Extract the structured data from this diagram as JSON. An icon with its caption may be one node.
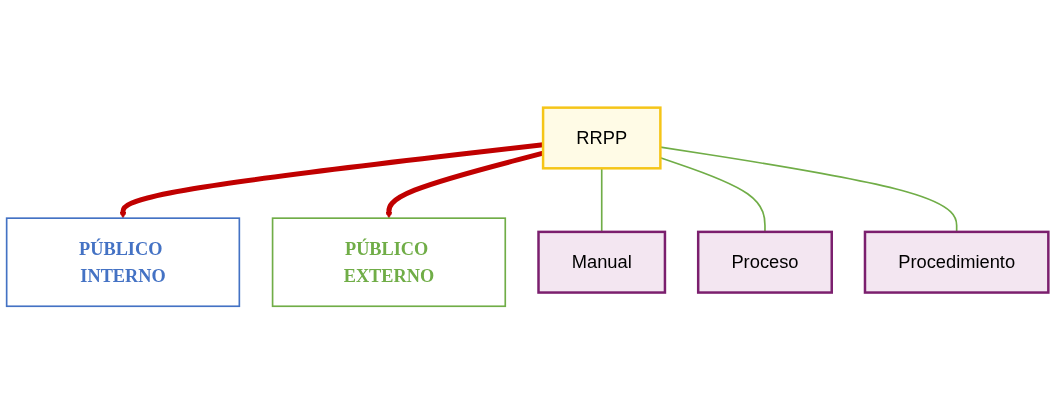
{
  "diagram": {
    "nodes": [
      {
        "text": [
          "RRPP"
        ]
      },
      {
        "text": [
          "PÚBLICO INTERNO"
        ]
      },
      {
        "text": [
          "PÚBLICO EXTERNO"
        ]
      },
      {
        "text": [
          "Manual"
        ]
      },
      {
        "text": [
          "Proceso"
        ]
      },
      {
        "text": [
          "Procedimiento"
        ]
      }
    ],
    "edges": [
      {
        "from": 0,
        "to": 1,
        "arrow": "to",
        "style": "thick",
        "color": "#c00000"
      },
      {
        "from": 0,
        "to": 2,
        "arrow": "to",
        "style": "thick",
        "color": "#c00000"
      },
      {
        "from": 0,
        "to": 3,
        "arrow": "none"
      },
      {
        "from": 0,
        "to": 4,
        "arrow": "none"
      },
      {
        "from": 0,
        "to": 5,
        "arrow": "none"
      }
    ]
  }
}
